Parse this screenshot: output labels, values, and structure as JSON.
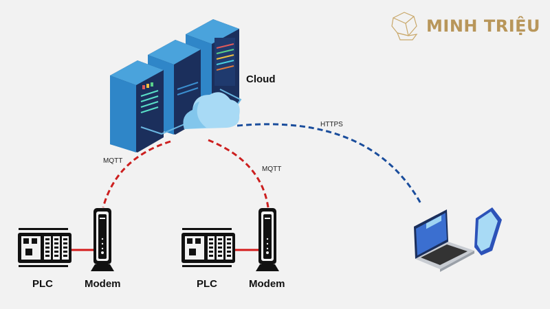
{
  "brand": {
    "name": "MINH TRIỆU",
    "color": "#b8965a"
  },
  "cloud": {
    "label": "Cloud"
  },
  "connections": [
    {
      "label": "MQTT",
      "color": "#cc1f1f",
      "style": "dashed"
    },
    {
      "label": "MQTT",
      "color": "#cc1f1f",
      "style": "dashed"
    },
    {
      "label": "HTTPS",
      "color": "#1a4d9c",
      "style": "dashed"
    }
  ],
  "sites": [
    {
      "plc_label": "PLC",
      "modem_label": "Modem"
    },
    {
      "plc_label": "PLC",
      "modem_label": "Modem"
    }
  ],
  "colors": {
    "background": "#f2f2f2",
    "wired_link": "#d41a1a",
    "server_dark": "#1b2f5c",
    "server_light": "#3b8fd0",
    "cloud": "#9fd4f2"
  }
}
